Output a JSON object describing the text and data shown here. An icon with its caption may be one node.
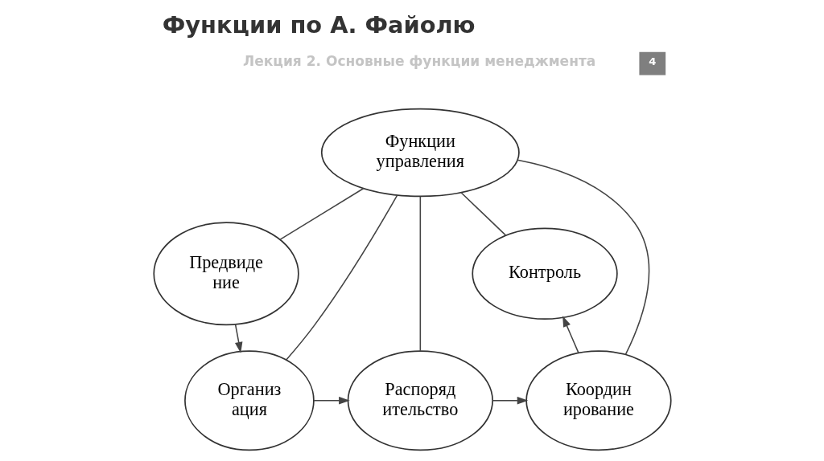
{
  "diagram": {
    "title": "Функции по А. Файолю",
    "nodes": [
      {
        "text": [
          "Функции управления"
        ]
      },
      {
        "text": [
          "Предвиде ние"
        ]
      },
      {
        "text": [
          "Контроль"
        ]
      },
      {
        "text": [
          "Организ ация"
        ]
      },
      {
        "text": [
          "Распоряд ительство"
        ]
      },
      {
        "text": [
          "Координ ирование"
        ]
      }
    ],
    "edges": [
      {
        "from": 0,
        "to": 1,
        "arrow": "none"
      },
      {
        "from": 0,
        "to": 2,
        "arrow": "none"
      },
      {
        "from": 0,
        "to": 3,
        "arrow": "none"
      },
      {
        "from": 0,
        "to": 4,
        "arrow": "none"
      },
      {
        "from": 0,
        "to": 5,
        "arrow": "none"
      },
      {
        "from": 1,
        "to": 3,
        "arrow": "to"
      },
      {
        "from": 3,
        "to": 4,
        "arrow": "to"
      },
      {
        "from": 4,
        "to": 5,
        "arrow": "to"
      },
      {
        "from": 5,
        "to": 2,
        "arrow": "to"
      }
    ],
    "labels": [
      "Лекция 2. Основные функции менеджмента",
      "4"
    ]
  }
}
